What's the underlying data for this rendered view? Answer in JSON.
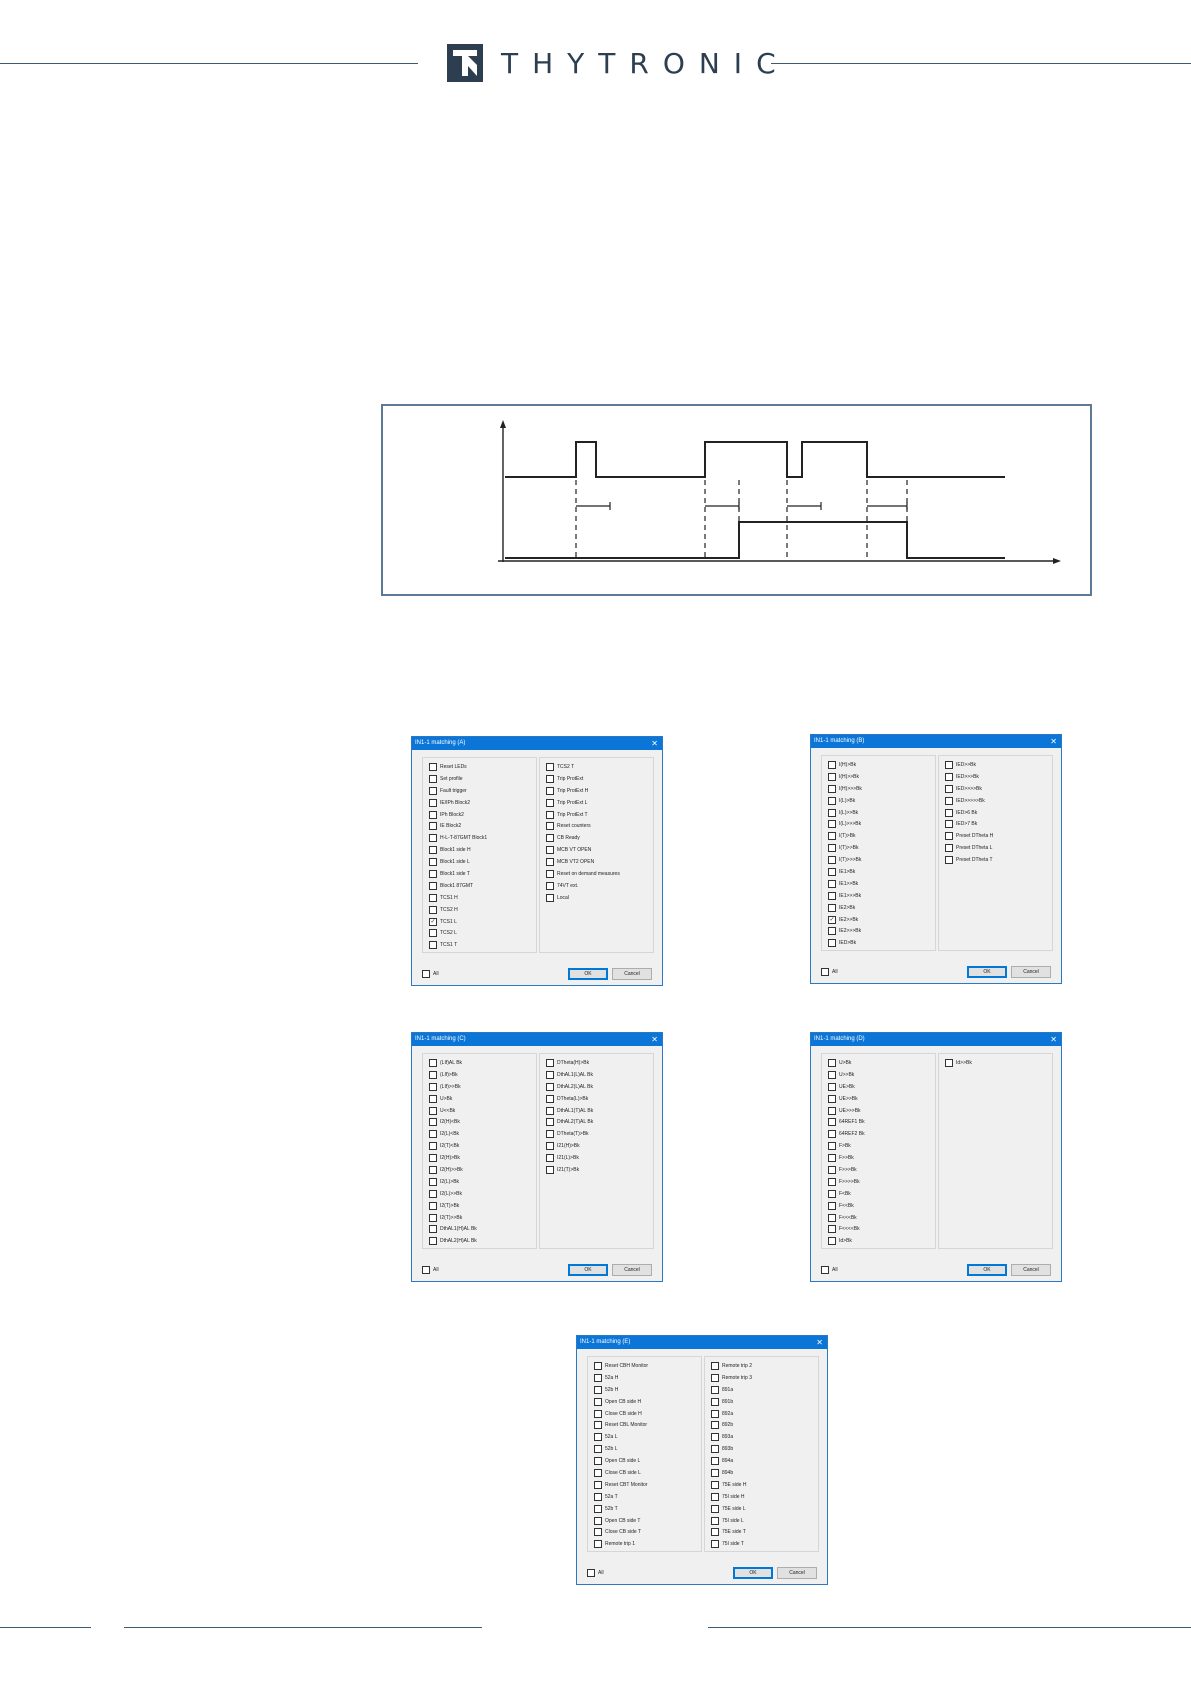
{
  "header": {
    "brand": "THYTRONIC"
  },
  "dialogs": [
    {
      "title": "IN1-1 matching (A)",
      "left": [
        "Reset LEDs",
        "Set profile",
        "Fault trigger",
        "IE/IPh Block2",
        "IPh Block2",
        "IE Block2",
        "H-L-T-87GMT Block1",
        "Block1 side H",
        "Block1 side L",
        "Block1 side T",
        "Block1 87GMT",
        "TCS1 H",
        "TCS2 H",
        "TCS1 L",
        "TCS2 L",
        "TCS1 T"
      ],
      "right": [
        "TCS2 T",
        "Trip ProtExt",
        "Trip ProtExt H",
        "Trip ProtExt L",
        "Trip ProtExt T",
        "Reset counters",
        "CB Ready",
        "MCB VT OPEN",
        "MCB VT2 OPEN",
        "Reset on demand measures",
        "74VT ext.",
        "Local"
      ],
      "checked_left": [
        13
      ],
      "checked_right": [],
      "all": "All",
      "ok": "OK",
      "cancel": "Cancel"
    },
    {
      "title": "IN1-1 matching (B)",
      "left": [
        "I(H)>Bk",
        "I(H)>>Bk",
        "I(H)>>>Bk",
        "I(L)>Bk",
        "I(L)>>Bk",
        "I(L)>>>Bk",
        "I(T)>Bk",
        "I(T)>>Bk",
        "I(T)>>>Bk",
        "IE1>Bk",
        "IE1>>Bk",
        "IE1>>>Bk",
        "IE2>Bk",
        "IE2>>Bk",
        "IE2>>>Bk",
        "IED>Bk"
      ],
      "right": [
        "IED>>Bk",
        "IED>>>Bk",
        "IED>>>>Bk",
        "IED>>>>>Bk",
        "IED>6 Bk",
        "IED>7 Bk",
        "Preset DTheta H",
        "Preset DTheta L",
        "Preset DTheta T"
      ],
      "checked_left": [
        13
      ],
      "checked_right": [],
      "all": "All",
      "ok": "OK",
      "cancel": "Cancel"
    },
    {
      "title": "IN1-1 matching (C)",
      "left": [
        "(LIf)AL Bk",
        "(LIf)>Bk",
        "(LIf)>>Bk",
        "U>Bk",
        "U<<Bk",
        "I2(H)<Bk",
        "I2(L)<Bk",
        "I2(T)<Bk",
        "I2(H)>Bk",
        "I2(H)>>Bk",
        "I2(L)>Bk",
        "I2(L)>>Bk",
        "I2(T)>Bk",
        "I2(T)>>Bk",
        "DthAL1(H)AL Bk",
        "DthAL2(H)AL Bk"
      ],
      "right": [
        "DTheta(H)>Bk",
        "DthAL1(L)AL Bk",
        "DthAL2(L)AL Bk",
        "DTheta(L)>Bk",
        "DthAL1(T)AL Bk",
        "DthAL2(T)AL Bk",
        "DTheta(T)>Bk",
        "I21(H)>Bk",
        "I21(L)>Bk",
        "I21(T)>Bk"
      ],
      "checked_left": [],
      "checked_right": [],
      "all": "All",
      "ok": "OK",
      "cancel": "Cancel"
    },
    {
      "title": "IN1-1 matching (D)",
      "left": [
        "U>Bk",
        "U>>Bk",
        "UE>Bk",
        "UE>>Bk",
        "UE>>>Bk",
        "64REF1 Bk",
        "64REF2 Bk",
        "F>Bk",
        "F>>Bk",
        "F>>>Bk",
        "F>>>>Bk",
        "F<Bk",
        "F<<Bk",
        "F<<<Bk",
        "F<<<<Bk",
        "Id>Bk"
      ],
      "right": [
        "Id>>Bk"
      ],
      "checked_left": [],
      "checked_right": [],
      "all": "All",
      "ok": "OK",
      "cancel": "Cancel"
    },
    {
      "title": "IN1-1 matching (E)",
      "left": [
        "Reset CBH Monitor",
        "52a H",
        "52b H",
        "Open CB side H",
        "Close CB side H",
        "Reset CBL Monitor",
        "52a L",
        "52b L",
        "Open CB side L",
        "Close CB side L",
        "Reset CBT Monitor",
        "52a T",
        "52b T",
        "Open CB side T",
        "Close CB side T",
        "Remote trip 1"
      ],
      "right": [
        "Remote trip 2",
        "Remote trip 3",
        "891a",
        "891b",
        "892a",
        "892b",
        "893a",
        "893b",
        "894a",
        "894b",
        "75E side H",
        "75I side H",
        "75E side L",
        "75I side L",
        "75E side T",
        "75I side T"
      ],
      "checked_left": [],
      "checked_right": [],
      "all": "All",
      "ok": "OK",
      "cancel": "Cancel"
    }
  ],
  "colors": {
    "rule": "#3d5a73",
    "titlebar": "#0b76d8",
    "logo": "#2c3e50"
  }
}
